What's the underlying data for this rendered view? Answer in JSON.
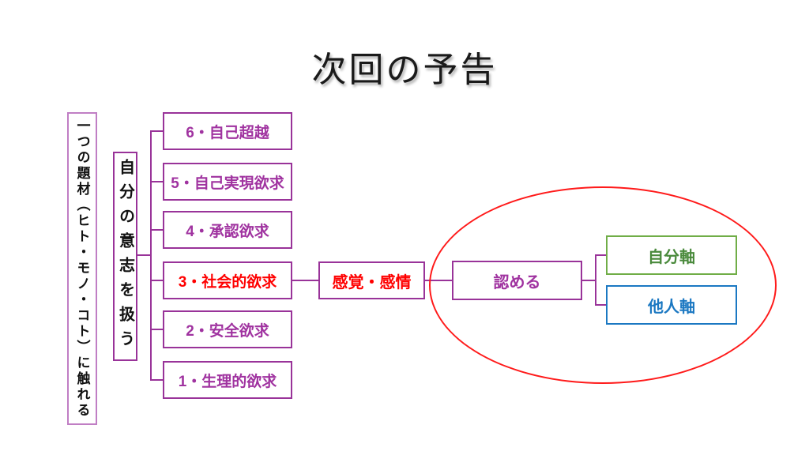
{
  "slide_title": "次回の予告",
  "left_columns": {
    "theme_label": "一つの題材（ヒト・モノ・コト）に触れる",
    "will_label": "自分の意志を扱う"
  },
  "needs_hierarchy": [
    {
      "label": "6・自己超越",
      "highlighted": false
    },
    {
      "label": "5・自己実現欲求",
      "highlighted": false
    },
    {
      "label": "4・承認欲求",
      "highlighted": false
    },
    {
      "label": "3・社会的欲求",
      "highlighted": true
    },
    {
      "label": "2・安全欲求",
      "highlighted": false
    },
    {
      "label": "1・生理的欲求",
      "highlighted": false
    }
  ],
  "flow": {
    "feeling_label": "感覚・感情",
    "acknowledge_label": "認める",
    "self_axis_label": "自分軸",
    "other_axis_label": "他人軸"
  },
  "colors": {
    "purple": "#993399",
    "purple_text": "#A033A0",
    "light_purple": "#C07EC4",
    "red": "#FF0000",
    "ellipse_red": "#FF1A1A",
    "green_border": "#70AD47",
    "green_text": "#4A8A3C",
    "blue": "#1B78C2"
  }
}
